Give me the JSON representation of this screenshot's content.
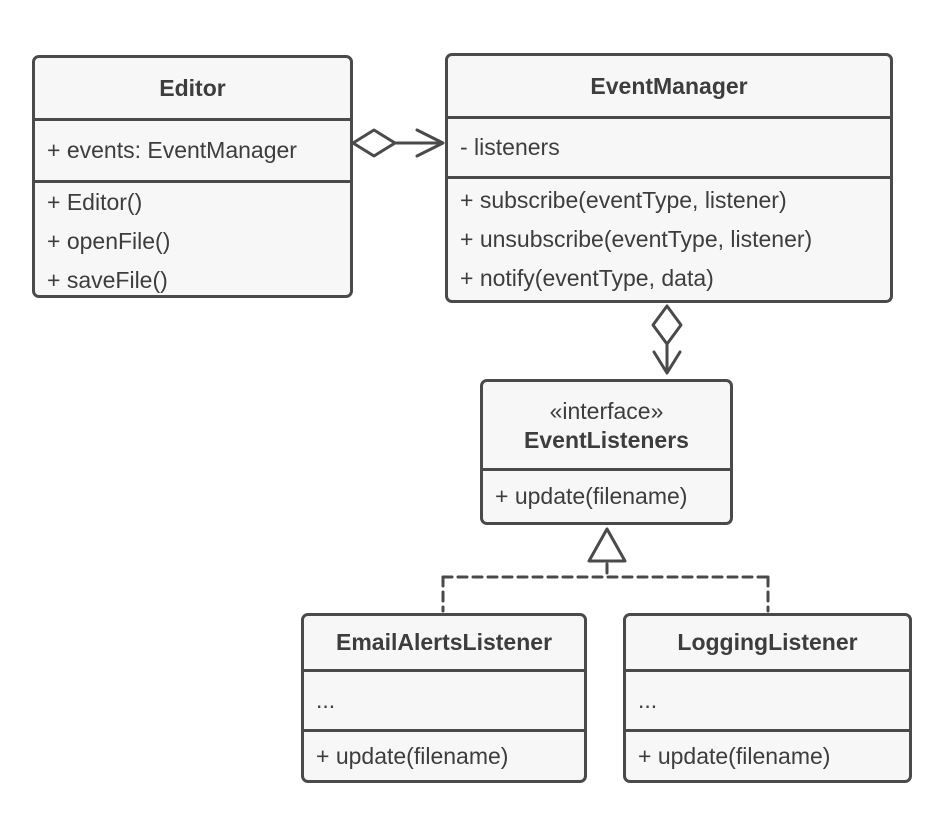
{
  "colors": {
    "border": "#4a4a4a",
    "box_fill": "#f7f7f7",
    "text": "#3d3d3d",
    "background": "#ffffff"
  },
  "classes": [
    {
      "name": "Editor",
      "stereotype": "",
      "attributes": [
        "+ events: EventManager"
      ],
      "methods": [
        "+ Editor()",
        "+ openFile()",
        "+ saveFile()"
      ]
    },
    {
      "name": "EventManager",
      "stereotype": "",
      "attributes": [
        "- listeners"
      ],
      "methods": [
        "+ subscribe(eventType, listener)",
        "+ unsubscribe(eventType, listener)",
        "+ notify(eventType, data)"
      ]
    },
    {
      "name": "EventListeners",
      "stereotype": "«interface»",
      "attributes": [],
      "methods": [
        "+ update(filename)"
      ]
    },
    {
      "name": "EmailAlertsListener",
      "stereotype": "",
      "attributes": [
        "..."
      ],
      "methods": [
        "+ update(filename)"
      ]
    },
    {
      "name": "LoggingListener",
      "stereotype": "",
      "attributes": [
        "..."
      ],
      "methods": [
        "+ update(filename)"
      ]
    }
  ],
  "relationships": [
    {
      "from": "Editor",
      "to": "EventManager",
      "type": "aggregation-arrow"
    },
    {
      "from": "EventManager",
      "to": "EventListeners",
      "type": "aggregation-arrow"
    },
    {
      "from": "EmailAlertsListener",
      "to": "EventListeners",
      "type": "realization-dashed"
    },
    {
      "from": "LoggingListener",
      "to": "EventListeners",
      "type": "realization-dashed"
    }
  ]
}
